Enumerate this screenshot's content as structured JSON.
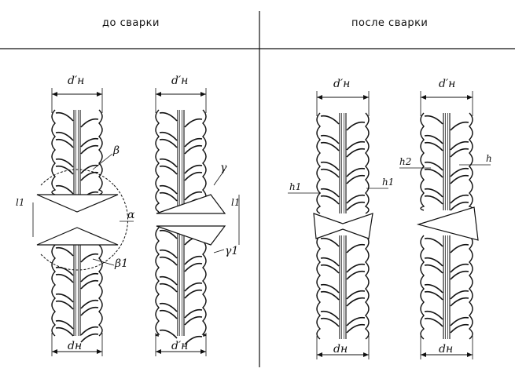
{
  "headers": {
    "before_welding": "до сварки",
    "after_welding": "после сварки"
  },
  "labels": {
    "d_n_prime": "d′н",
    "d_n": "dн",
    "beta": "β",
    "beta1": "β1",
    "alpha": "α",
    "gamma": "γ",
    "gamma1": "γ1",
    "l1": "l1",
    "h1": "h1",
    "h2": "h2",
    "h": "h"
  }
}
